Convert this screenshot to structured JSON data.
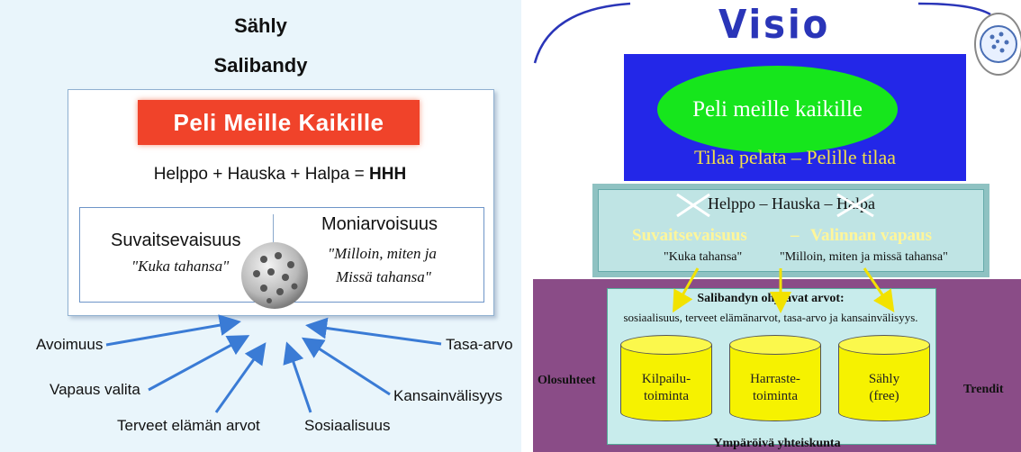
{
  "left": {
    "title_line1": "Sähly",
    "title_line2": "Salibandy",
    "banner": "Peli Meille Kaikille",
    "formula_text": "Helppo + Hauska + Halpa = ",
    "formula_bold": "HHH",
    "suvaitsevaisuus": "Suvaitsevaisuus",
    "kuka": "\"Kuka tahansa\"",
    "moniarvoisuus": "Moniarvoisuus",
    "milloin1": "\"Milloin, miten ja",
    "milloin2": "Missä tahansa\"",
    "values": [
      "Avoimuus",
      "Vapaus valita",
      "Terveet elämän arvot",
      "Sosiaalisuus",
      "Kansainvälisyys",
      "Tasa-arvo"
    ]
  },
  "right": {
    "title": "Visio 2013",
    "oval": "Peli meille kaikille",
    "tilaa": "Tilaa pelata – Pelille tilaa",
    "hhh": "Helppo – Hauska – Halpa",
    "suvaitsevaisuus": "Suvaitsevaisuus",
    "dash": "–",
    "valinnan": "Valinnan vapaus",
    "kuka": "\"Kuka tahansa\"",
    "milloin": "\"Milloin, miten ja missä tahansa\"",
    "sali_title": "Salibandyn ohjaavat arvot:",
    "sali_values": "sosiaalisuus, terveet elämänarvot, tasa-arvo ja kansainvälisyys.",
    "cylinders": [
      {
        "l1": "Kilpailu-",
        "l2": "toiminta"
      },
      {
        "l1": "Harraste-",
        "l2": "toiminta"
      },
      {
        "l1": "Sähly",
        "l2": "(free)"
      }
    ],
    "olosuhteet": "Olosuhteet",
    "trendit": "Trendit",
    "ymparoiva": "Ympäröivä yhteiskunta"
  },
  "colors": {
    "banner": "#f0432a",
    "blue_box": "#2327e8",
    "oval": "#16e61c",
    "purple": "#8a4c87",
    "cylinder": "#f6f200",
    "arrow_left": "#3a7bd5",
    "arrow_right": "#f2e200"
  }
}
